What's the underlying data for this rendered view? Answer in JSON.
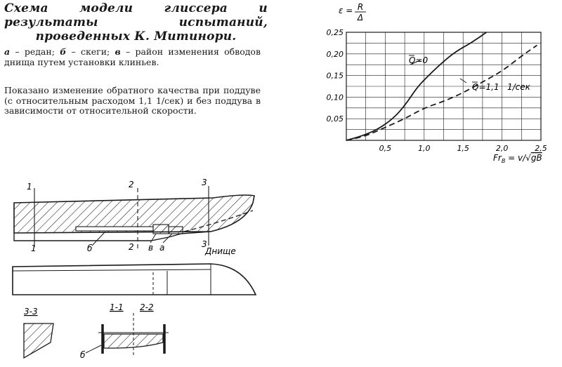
{
  "caption": {
    "title": "Схема модели глиссера и результаты испытаний, проведенных К. Митинори.",
    "legend_a_key": "а",
    "legend_a_text": " – редан; ",
    "legend_b_key": "б",
    "legend_b_text": " – скеги; ",
    "legend_v_key": "в",
    "legend_v_text": " – район изменения обводов днища путем установки клиньев.",
    "note": "Показано изменение обратного качества при поддуве (с относительным расходом 1,1 1/сек) и без поддува в зависимости от относительной скорости."
  },
  "chart_data": {
    "type": "line",
    "ylabel_lhs": "ε =",
    "ylabel_num": "R",
    "ylabel_den": "Δ",
    "xlabel": "Fr_B = v/√gB",
    "xlabel_parts": {
      "main": "Fr",
      "sub": "B",
      "eq": " = v/",
      "root": "gB"
    },
    "xlim": [
      0,
      2.5
    ],
    "ylim": [
      0,
      0.25
    ],
    "x_ticks": [
      0.5,
      1.0,
      1.5,
      2.0,
      2.5
    ],
    "x_tick_labels": [
      "0,5",
      "1,0",
      "1,5",
      "2,0",
      "2,5"
    ],
    "y_ticks": [
      0.05,
      0.1,
      0.15,
      0.2,
      0.25
    ],
    "y_tick_labels": [
      "0,05",
      "0,10",
      "0,15",
      "0,20",
      "0,25"
    ],
    "grid": true,
    "series": [
      {
        "name": "Q̄=0",
        "label_main": "Q̄=0",
        "style": "solid",
        "x": [
          0.0,
          0.2,
          0.4,
          0.6,
          0.75,
          0.9,
          1.0,
          1.2,
          1.4,
          1.6,
          1.8
        ],
        "y": [
          0.0,
          0.01,
          0.025,
          0.05,
          0.08,
          0.12,
          0.14,
          0.175,
          0.205,
          0.225,
          0.25
        ]
      },
      {
        "name": "Q̄=1,1 1/сек",
        "label_main": "Q̄=1,1",
        "label_unit": "1/сек",
        "style": "dashed",
        "x": [
          0.0,
          0.25,
          0.5,
          0.75,
          1.0,
          1.25,
          1.5,
          1.75,
          2.0,
          2.25,
          2.45
        ],
        "y": [
          0.0,
          0.01,
          0.03,
          0.05,
          0.075,
          0.09,
          0.11,
          0.135,
          0.16,
          0.195,
          0.22
        ]
      }
    ]
  },
  "diagram": {
    "section_1": "1",
    "section_2": "2",
    "section_3": "3",
    "label_b": "б",
    "label_v": "в",
    "label_a": "а",
    "label_dnische": "Днище",
    "section_33": "3-3",
    "section_11": "1-1",
    "section_22": "2-2",
    "label_b2": "б"
  }
}
